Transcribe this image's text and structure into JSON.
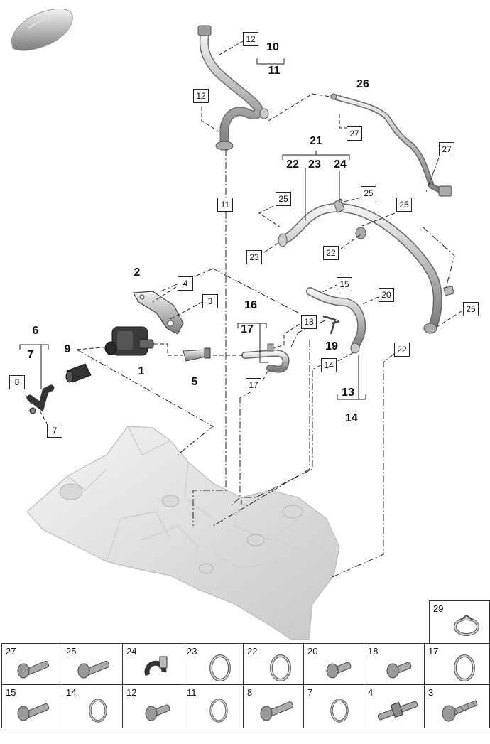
{
  "boxed_labels": [
    "12",
    "12",
    "27",
    "27",
    "11",
    "25",
    "25",
    "25",
    "23",
    "22",
    "4",
    "3",
    "15",
    "20",
    "18",
    "14",
    "17",
    "8",
    "7",
    "25",
    "22"
  ],
  "bold_labels": [
    "10",
    "11",
    "26",
    "21",
    "22",
    "23",
    "24",
    "2",
    "16",
    "17",
    "6",
    "7",
    "9",
    "1",
    "5",
    "19",
    "13",
    "14"
  ],
  "parts_table": {
    "cells": [
      {
        "number": "29",
        "icon": "hose-clamp-icon"
      },
      {
        "number": "27",
        "icon": "bolt-icon"
      },
      {
        "number": "25",
        "icon": "bolt-icon"
      },
      {
        "number": "24",
        "icon": "pipe-clamp-icon"
      },
      {
        "number": "23",
        "icon": "seal-ring-icon"
      },
      {
        "number": "22",
        "icon": "seal-ring-icon"
      },
      {
        "number": "20",
        "icon": "bolt-icon"
      },
      {
        "number": "18",
        "icon": "bolt-icon"
      },
      {
        "number": "17",
        "icon": "seal-ring-icon"
      },
      {
        "number": "15",
        "icon": "bolt-icon"
      },
      {
        "number": "14",
        "icon": "seal-ring-icon"
      },
      {
        "number": "12",
        "icon": "bolt-icon"
      },
      {
        "number": "11",
        "icon": "seal-ring-icon"
      },
      {
        "number": "8",
        "icon": "bolt-icon"
      },
      {
        "number": "7",
        "icon": "seal-ring-icon"
      },
      {
        "number": "4",
        "icon": "stud-bolt-icon"
      },
      {
        "number": "3",
        "icon": "self-tapping-screw-icon"
      }
    ]
  }
}
